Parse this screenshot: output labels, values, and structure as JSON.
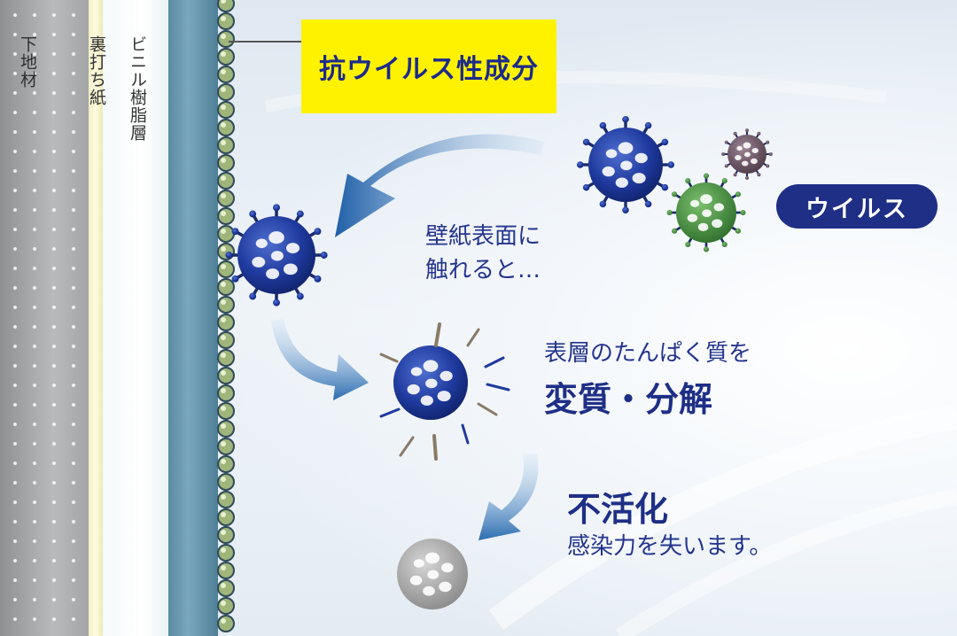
{
  "layers": {
    "base": "下地材",
    "backing_paper": "裏打ち紙",
    "vinyl_resin": "ビニル樹脂層"
  },
  "callout": {
    "antiviral_component": "抗ウイルス性成分"
  },
  "virus_label": "ウイルス",
  "steps": {
    "contact": {
      "line1": "壁紙表面に",
      "line2": "触れると…"
    },
    "denature": {
      "line1": "表層のたんぱく質を",
      "line2": "変質・分解"
    },
    "inactivate": {
      "title": "不活化",
      "description": "感染力を失います。"
    }
  },
  "colors": {
    "text_navy": "#24358c",
    "highlight_yellow": "#fff200",
    "pill_navy": "#1f2f86",
    "virus_blue": "#1f3a9e",
    "virus_green": "#3f8a3c",
    "virus_mauve": "#6b5566",
    "virus_gray": "#9a9a9a",
    "arrow_blue": "#2f6fae",
    "bead_green": "#7f9a5a"
  }
}
